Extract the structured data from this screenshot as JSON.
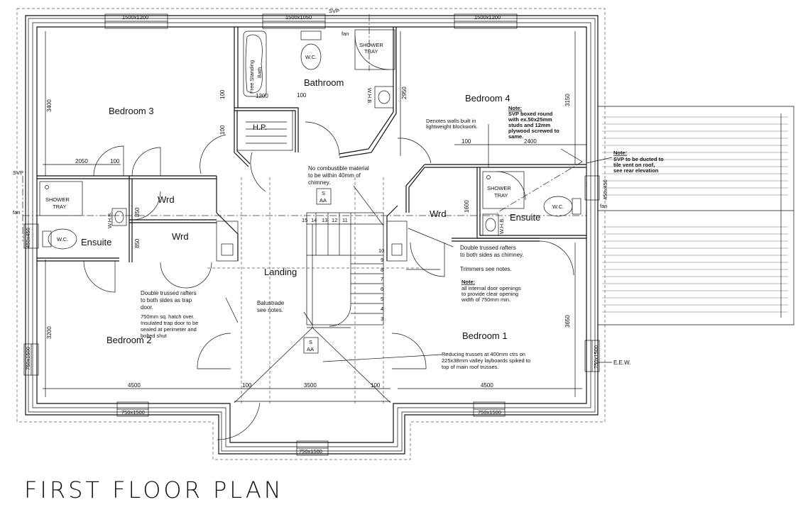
{
  "title": "FIRST FLOOR PLAN",
  "rooms": {
    "bedroom1": "Bedroom 1",
    "bedroom2": "Bedroom 2",
    "bedroom3": "Bedroom 3",
    "bedroom4": "Bedroom 4",
    "bathroom": "Bathroom",
    "ensuite_left": "Ensuite",
    "ensuite_right": "Ensuite",
    "landing": "Landing",
    "wrd_upper": "Wrd",
    "wrd_lower": "Wrd",
    "wrd_right": "Wrd",
    "hp": "H.P."
  },
  "fixtures": {
    "shower_tray_bath_1": "SHOWER",
    "shower_tray_bath_2": "TRAY",
    "shower_tray_left_1": "SHOWER",
    "shower_tray_left_2": "TRAY",
    "shower_tray_right_1": "SHOWER",
    "shower_tray_right_2": "TRAY",
    "wc": "W.C.",
    "whb": "W.H.B.",
    "bath_1": "Free Standing",
    "bath_2": "Bath",
    "svp": "SVP",
    "fan": "fan",
    "sa_1": "S",
    "sa_2": "AA",
    "eew": "E.E.W."
  },
  "stair_numbers": [
    "15",
    "14",
    "13",
    "12",
    "11",
    "10",
    "9",
    "8",
    "7",
    "6",
    "5",
    "4",
    "3"
  ],
  "windows": {
    "w1": "1500x1200",
    "w2": "1500x1050",
    "w3": "1500x1200",
    "w4": "750x1500",
    "w5": "750x1500",
    "w6": "750x1500",
    "w_left": "750x1500",
    "w_right": "750x1500",
    "w_right_top": "450x450",
    "w_left_small": "450x450"
  },
  "dimensions": {
    "d3400": "3400",
    "d3200": "3200",
    "d2950": "2950",
    "d3150": "3150",
    "d3650": "3650",
    "d2050": "2050",
    "d2400": "2400",
    "d4500_left": "4500",
    "d4500_right": "4500",
    "d3500": "3500",
    "d1600": "1600",
    "d1200": "1200",
    "d850_a": "850",
    "d850_b": "850",
    "d100_a": "100",
    "d100_b": "100",
    "d100_c": "100",
    "d100_d": "100",
    "d100_e": "100",
    "d100_f": "100",
    "d100_g": "100"
  },
  "notes": {
    "chimney_1": "No combustible material",
    "chimney_2": "to be within 40mm of",
    "chimney_3": "chimney.",
    "blockwork_1": "Denotes walls built in",
    "blockwork_2": "lightweight blockwork.",
    "note_label_1": "Note:",
    "svp_box_1": "SVP boxed round",
    "svp_box_2": "with ex.50x25mm",
    "svp_box_3": "studs and 12mm",
    "svp_box_4": "plywood screwed to",
    "svp_box_5": "same.",
    "note_label_2": "Note:",
    "svp_duct_1": "SVP to be ducted to",
    "svp_duct_2": "tile vent on roof,",
    "svp_duct_3": "see rear elevation",
    "rafters_r_1": "Double trussed rafters",
    "rafters_r_2": "to both sides as chimney.",
    "trimmers": "Trimmers see notes.",
    "note_label_3": "Note:",
    "doors_1": "all internal door openings",
    "doors_2": "to provide clear opening",
    "doors_3": "width of 750mm min.",
    "reducing_1": "Reducing trusses at 400mm ctrs on",
    "reducing_2": "225x38mm valley layboards spiked to",
    "reducing_3": "top of main roof trusses.",
    "rafters_l_1": "Double trussed rafters",
    "rafters_l_2": "to both sides as trap",
    "rafters_l_3": "door.",
    "hatch_1": "750mm sq. hatch over.",
    "hatch_2": "Insulated trap door to be",
    "hatch_3": "sealed at perimeter and",
    "hatch_4": "bolted shut",
    "balustrade_1": "Balustrade",
    "balustrade_2": "see notes."
  }
}
